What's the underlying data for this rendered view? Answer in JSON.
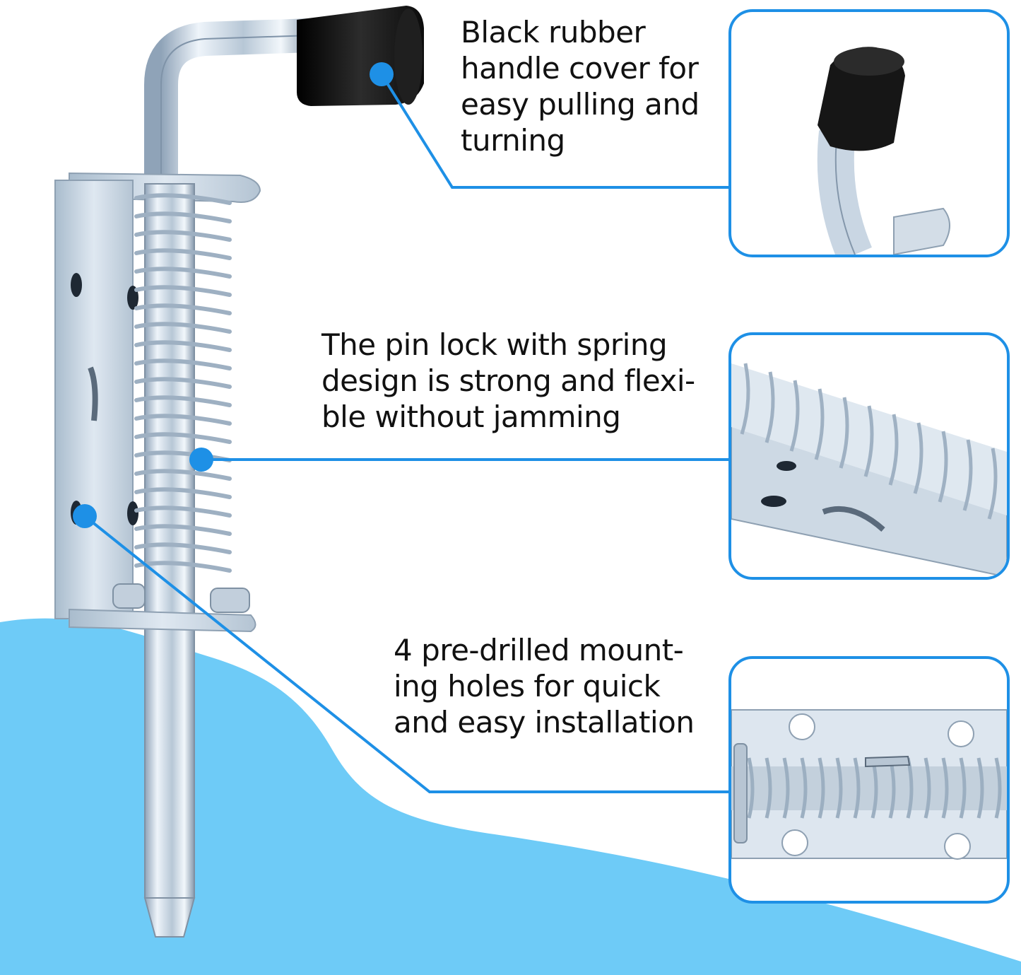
{
  "callouts": [
    {
      "lines": [
        "Black rubber",
        "handle cover for",
        "easy pulling and",
        "turning"
      ]
    },
    {
      "lines": [
        "The pin lock with spring",
        "design is strong and flexi-",
        "ble without jamming"
      ]
    },
    {
      "lines": [
        "4 pre-drilled mount-",
        "ing holes for quick",
        "and easy installation"
      ]
    }
  ],
  "colors": {
    "accent": "#1e90e6",
    "wave": "#6ecbf7",
    "metal": "#c9d6e3",
    "rubber": "#1a1a1a"
  },
  "icons": [
    "spring-latch-illustration",
    "rubber-handle-closeup",
    "spring-closeup",
    "mounting-holes-closeup"
  ]
}
